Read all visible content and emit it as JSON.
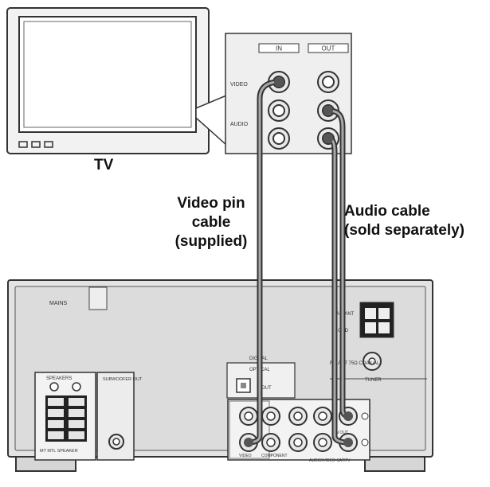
{
  "captions": {
    "tv": "TV",
    "video_cable_line1": "Video pin",
    "video_cable_line2": "cable",
    "video_cable_line3": "(supplied)",
    "audio_cable_line1": "Audio cable",
    "audio_cable_line2": "(sold separately)"
  },
  "tv_panel": {
    "in_label": "IN",
    "out_label": "OUT",
    "video_label": "VIDEO",
    "audio_label": "AUDIO"
  },
  "unit_labels": {
    "mains": "MAINS",
    "speakers": "SPEAKERS",
    "speakers_sub": "MT MTL SPEAKER",
    "subwoofer": "SUBWOOFER OUT",
    "digital": "DIGITAL",
    "optical": "OPTICAL",
    "optical_out": "OUT",
    "am_ant": "AM ANT",
    "gnd": "GND",
    "fm_ant": "FM ANT 75Ω COAXIAL",
    "tuner": "TUNER",
    "in_out": "IN  OUT",
    "video": "VIDEO",
    "component": "COMPONENT",
    "av_tv": "AUDIO/VIDEO-SAT/TV"
  }
}
